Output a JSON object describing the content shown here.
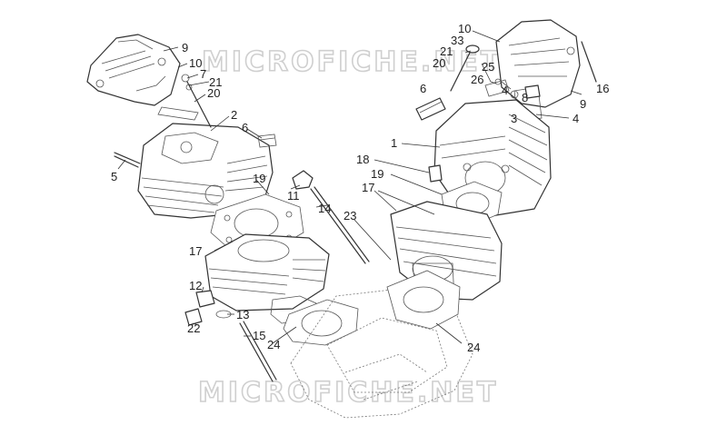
{
  "watermark": "MICROFICHE.NET",
  "colors": {
    "ink": "#333333",
    "background": "#ffffff",
    "watermark": "#cfcfcf"
  },
  "parts": [
    {
      "id": "p9a",
      "label": "9"
    },
    {
      "id": "p10a",
      "label": "10"
    },
    {
      "id": "p7",
      "label": "7"
    },
    {
      "id": "p21a",
      "label": "21"
    },
    {
      "id": "p20a",
      "label": "20"
    },
    {
      "id": "p2",
      "label": "2"
    },
    {
      "id": "p6a",
      "label": "6"
    },
    {
      "id": "p5",
      "label": "5"
    },
    {
      "id": "p19a",
      "label": "19"
    },
    {
      "id": "p11",
      "label": "11"
    },
    {
      "id": "p14",
      "label": "14"
    },
    {
      "id": "p17a",
      "label": "17"
    },
    {
      "id": "p12",
      "label": "12"
    },
    {
      "id": "p13",
      "label": "13"
    },
    {
      "id": "p22",
      "label": "22"
    },
    {
      "id": "p15",
      "label": "15"
    },
    {
      "id": "p24a",
      "label": "24"
    },
    {
      "id": "p23",
      "label": "23"
    },
    {
      "id": "p10b",
      "label": "10"
    },
    {
      "id": "p33",
      "label": "33"
    },
    {
      "id": "p21b",
      "label": "21"
    },
    {
      "id": "p20b",
      "label": "20"
    },
    {
      "id": "p25",
      "label": "25"
    },
    {
      "id": "p26",
      "label": "26"
    },
    {
      "id": "p4a",
      "label": "4"
    },
    {
      "id": "p8",
      "label": "8"
    },
    {
      "id": "p3",
      "label": "3"
    },
    {
      "id": "p6b",
      "label": "6"
    },
    {
      "id": "p16",
      "label": "16"
    },
    {
      "id": "p9b",
      "label": "9"
    },
    {
      "id": "p4b",
      "label": "4"
    },
    {
      "id": "p1",
      "label": "1"
    },
    {
      "id": "p18",
      "label": "18"
    },
    {
      "id": "p19b",
      "label": "19"
    },
    {
      "id": "p17b",
      "label": "17"
    },
    {
      "id": "p24b",
      "label": "24"
    }
  ]
}
